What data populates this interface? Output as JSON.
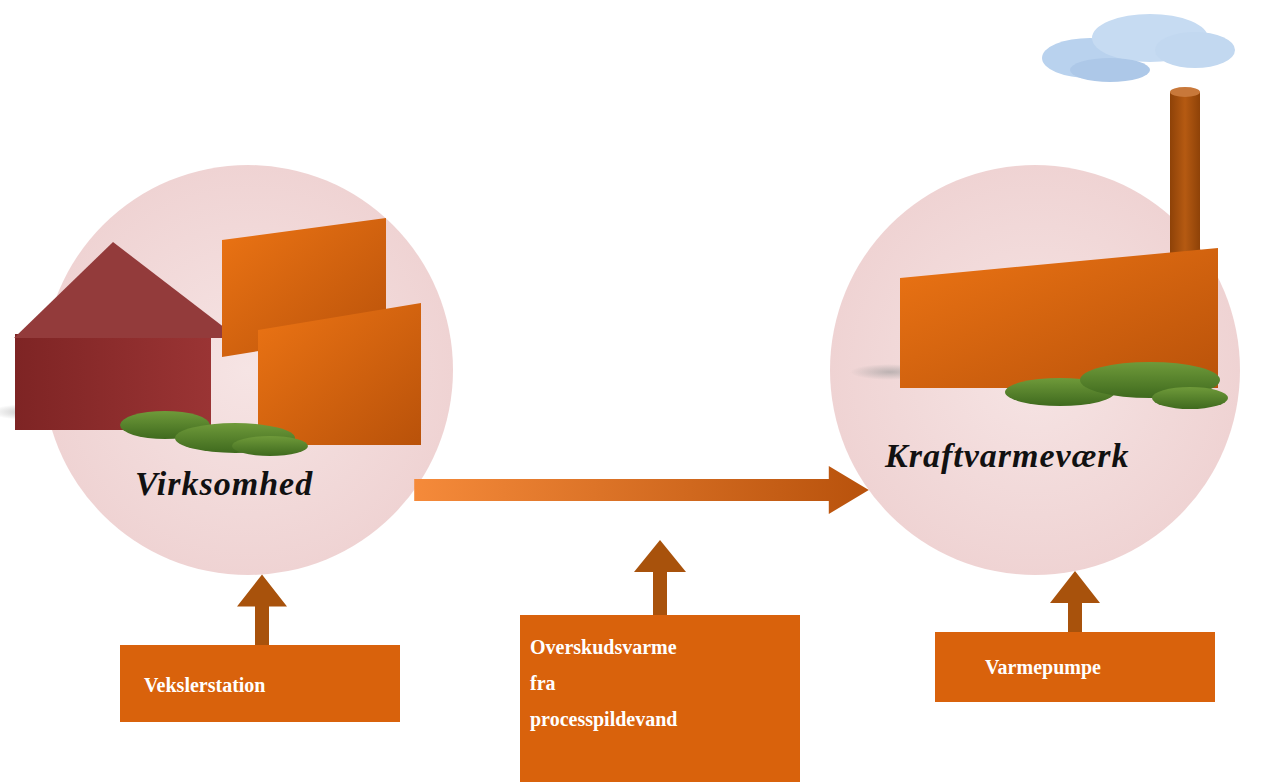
{
  "diagram": {
    "nodes": [
      {
        "text": [
          "Virksomhed"
        ]
      },
      {
        "text": [
          "Kraftvarmeværk"
        ]
      },
      {
        "text": [
          "Vekslerstation"
        ]
      },
      {
        "text": [
          "Overskudsvarme fra processpildevand"
        ]
      },
      {
        "text": [
          "Varmepumpe"
        ]
      }
    ],
    "edges": [
      {
        "from": 0,
        "to": 1,
        "arrow": "to"
      },
      {
        "from": 2,
        "to": 0,
        "arrow": "to"
      },
      {
        "from": 4,
        "to": 1,
        "arrow": "to"
      }
    ]
  }
}
